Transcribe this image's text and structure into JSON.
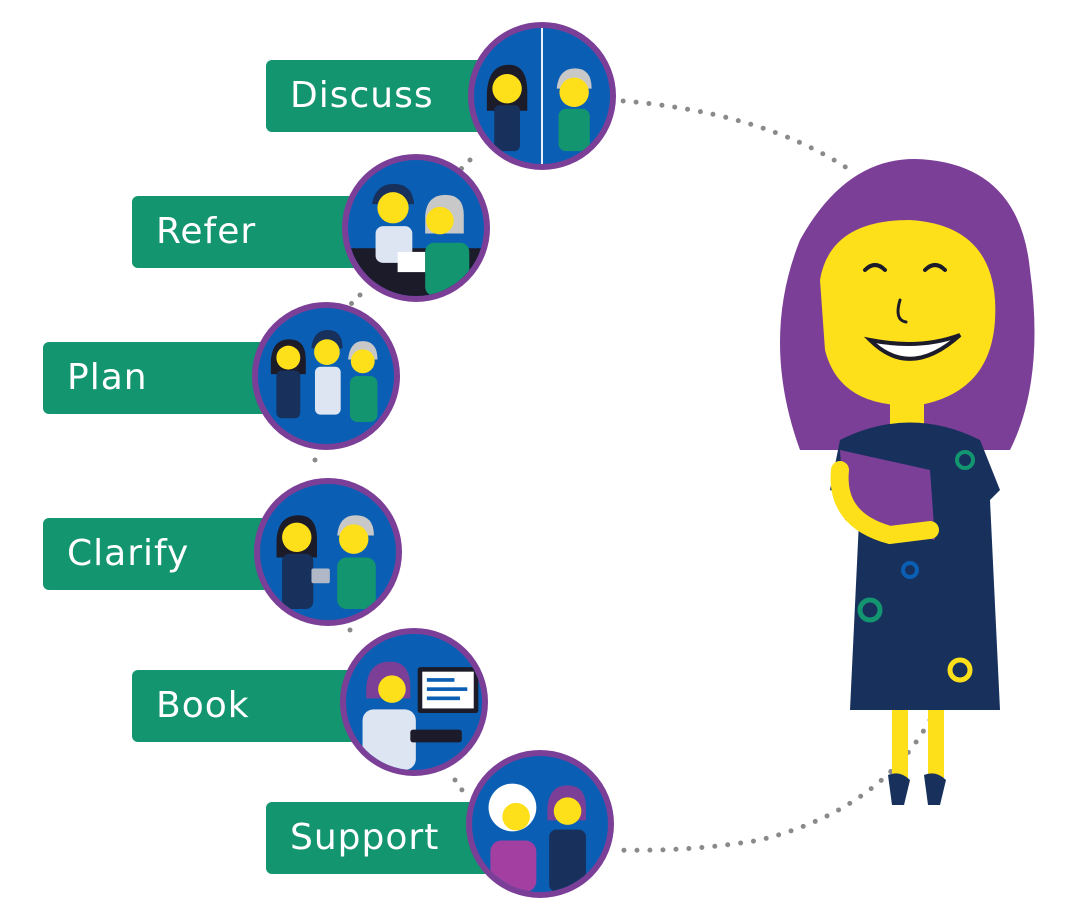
{
  "steps": [
    {
      "label": "Discuss"
    },
    {
      "label": "Refer"
    },
    {
      "label": "Plan"
    },
    {
      "label": "Clarify"
    },
    {
      "label": "Book"
    },
    {
      "label": "Support"
    }
  ],
  "colors": {
    "label_bg": "#13956f",
    "label_text": "#ffffff",
    "bubble_bg": "#0a5fb4",
    "bubble_ring": "#7b3f98",
    "dots": "#8a8a8a",
    "skin": "#fde01a",
    "hair_purple": "#7b3f98",
    "dress": "#17305c"
  }
}
